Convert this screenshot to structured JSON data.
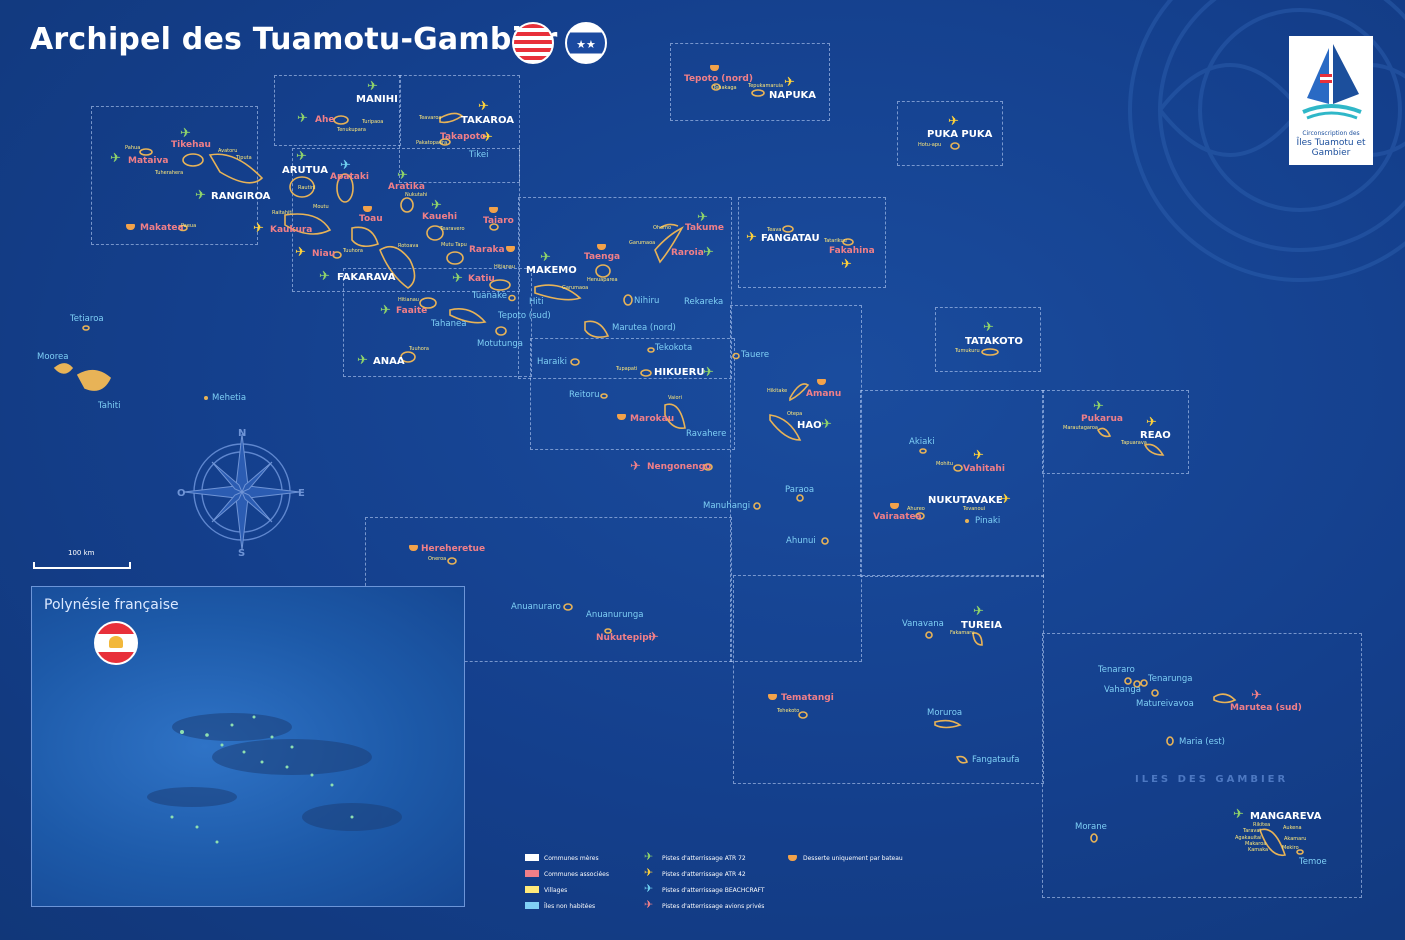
{
  "title": "Archipel des Tuamotu-Gambier",
  "scale_label": "100 km",
  "compass": {
    "n": "N",
    "e": "E",
    "s": "S",
    "w": "O"
  },
  "inset": {
    "title": "Polynésie française"
  },
  "logo": {
    "line1": "Circonscription des",
    "line2": "Îles Tuamotu et",
    "line3": "Gambier"
  },
  "gambier_heading": "ILES DES GAMBIER",
  "colors": {
    "background": "#143f8c",
    "commune_mere": "#ffffff",
    "commune_associee": "#f07f88",
    "village": "#ffe97a",
    "inhabitee": "#7fd0f6",
    "island": "#e8b357",
    "atr72": "#8fd36a",
    "atr42": "#ffd23a",
    "beechcraft": "#6fd0f0",
    "prive": "#f07f88",
    "boat": "#f2a24a"
  },
  "legend": {
    "mere": "Communes mères",
    "assoc": "Communes associées",
    "villages": "Villages",
    "inh": "Îles non habitées",
    "atr72": "Pistes d'atterrissage ATR 72",
    "atr42": "Pistes d'atterrissage ATR 42",
    "beech": "Pistes d'atterrissage BEACHCRAFT",
    "prive": "Pistes d'atterrissage avions privés",
    "boat": "Desserte uniquement par bateau"
  },
  "places": {
    "manihi": "MANIHI",
    "takaroa": "TAKAROA",
    "arutua": "ARUTUA",
    "rangiroa": "RANGIROA",
    "fakarava": "FAKARAVA",
    "makemo": "MAKEMO",
    "napuka": "NAPUKA",
    "pukapuka": "PUKA PUKA",
    "fangatau": "FANGATAU",
    "tatakoto": "TATAKOTO",
    "anaa": "ANAA",
    "hikueru": "HIKUERU",
    "hao": "HAO",
    "reao": "REAO",
    "nukutavake": "NUKUTAVAKE",
    "tureia": "TUREIA",
    "mangareva": "MANGAREVA",
    "tikehau": "Tikehau",
    "mataiva": "Mataiva",
    "makatea": "Makatea",
    "ahe": "Ahe",
    "takapoto": "Takapoto",
    "apataki": "Apataki",
    "kaukura": "Kaukura",
    "aratika": "Aratika",
    "toau": "Toau",
    "kauehi": "Kauehi",
    "taiaro": "Taiaro",
    "niau": "Niau",
    "raraka": "Raraka",
    "katiu": "Katiu",
    "takume": "Takume",
    "raroia": "Raroia",
    "taenga": "Taenga",
    "faaite": "Faaite",
    "fakahina": "Fakahina",
    "amanu": "Amanu",
    "marokau": "Marokau",
    "pukarua": "Pukarua",
    "vahitahi": "Vahitahi",
    "vairaatea": "Vairaatea",
    "nengonengo": "Nengonengo",
    "hereheretue": "Hereheretue",
    "nukutepipi": "Nukutepipi",
    "tematangi": "Tematangi",
    "maruteasud": "Marutea (sud)",
    "tepotonord": "Tepoto (nord)",
    "tikei": "Tikei",
    "tuanake": "Tuanake",
    "hiti": "Hiti",
    "tepotosud": "Tepoto (sud)",
    "tahanea": "Tahanea",
    "motutunga": "Motutunga",
    "nihiru": "Nihiru",
    "maruteanord": "Marutea (nord)",
    "haraiki": "Haraiki",
    "rekareka": "Rekareka",
    "tekokota": "Tekokota",
    "tauere": "Tauere",
    "reitoru": "Reitoru",
    "ravahere": "Ravahere",
    "akiaki": "Akiaki",
    "paraoa": "Paraoa",
    "manuhangi": "Manuhangi",
    "ahunui": "Ahunui",
    "pinaki": "Pinaki",
    "vanavana": "Vanavana",
    "anuanuraro": "Anuanuraro",
    "anuanurunga": "Anuanurunga",
    "moruroa": "Moruroa",
    "fangataufa": "Fangataufa",
    "tenararo": "Tenararo",
    "tenarunga": "Tenarunga",
    "vahanga": "Vahanga",
    "matureivavoa": "Matureivavoa",
    "mariaest": "Maria (est)",
    "morane": "Morane",
    "temoe": "Temoe",
    "tetiaroa": "Tetiaroa",
    "moorea": "Moorea",
    "tahiti": "Tahiti",
    "mehetia": "Mehetia",
    "taenga_lbl": "Taenga",
    "kauehi_lbl": "Kauehi"
  },
  "villages": {
    "pahua": "Pahua",
    "tuherahera": "Tuherahera",
    "avatoru": "Avatoru",
    "tiputa": "Tiputa",
    "moutu": "Moutu",
    "rautini": "Rautini",
    "raitahiti": "Raitahiti",
    "tenukupara": "Tenukupara",
    "turipaoa": "Turipaoa",
    "teavaroa": "Teavaroa",
    "pakatopaera": "Pakatopaera",
    "paeua": "Paeua",
    "nukutahi": "Nukutahi",
    "tearavero": "Tearavero",
    "rotoava": "Rotoava",
    "hitianau": "Hitianau",
    "mutu_tapu": "Mutu Tapu",
    "hitianau2": "Hitianau",
    "ohomo": "Ohomo",
    "garumaoa": "Garumaoa",
    "henuaparea": "Henuaparea",
    "tuuhora": "Tuuhora",
    "tupapati": "Tupapati",
    "vaiori": "Vaiori",
    "hikitake": "Hikitake",
    "otepa": "Otepa",
    "tumukuru": "Tumukuru",
    "marautagaroa": "Marautagaroa",
    "tapuarava": "Tapuarava",
    "mohitu": "Mohitu",
    "ahureo": "Ahureo",
    "tevanoui": "Tevanoui",
    "fakamaru": "Fakamaru",
    "tehekoto": "Tehekoto",
    "oneroa": "Oneroa",
    "teava": "Teava",
    "tehakaga": "Tehakaga",
    "tepukamaruia": "Tepukamaruia",
    "tuanake_v": "Tumukuru",
    "tatarikuu": "Tatarikuu",
    "hotuapu": "Hotu-apu",
    "rikitea": "Rikitea",
    "taravai": "Taravai",
    "agakauitai": "Agakauitai",
    "akamaru": "Akamaru",
    "aukena": "Aukena",
    "makaroa": "Makaroa",
    "kamaka": "Kamaka",
    "mekiro": "Mekiro"
  }
}
